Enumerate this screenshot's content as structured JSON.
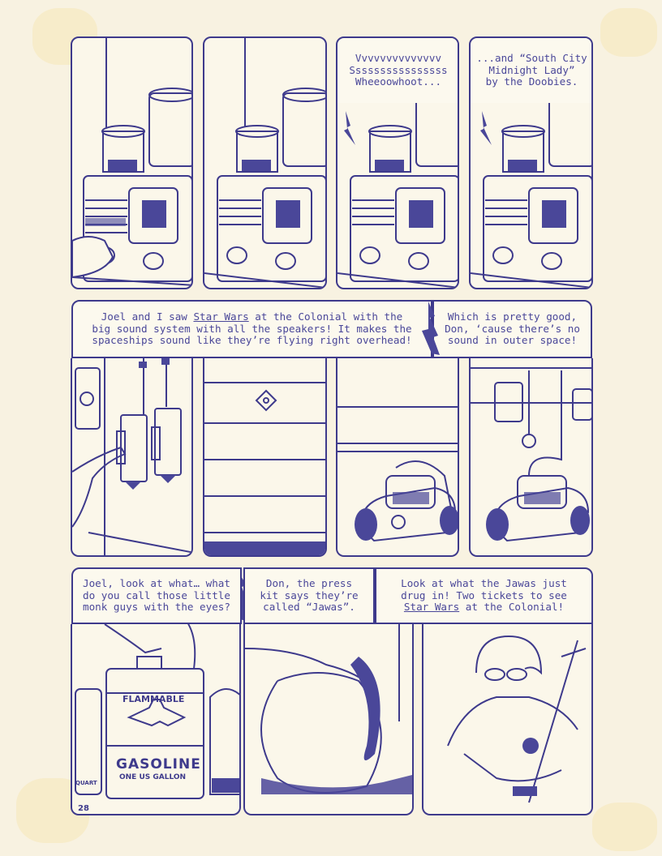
{
  "page": {
    "number": "28",
    "ink_color": "#3e3a8c",
    "paper_color": "#f8f2e1"
  },
  "tier1": {
    "panels": [
      {
        "id": 1,
        "scene": "hand turning knob on old radio below jar and can"
      },
      {
        "id": 2,
        "scene": "old radio below jar and can"
      },
      {
        "id": 3,
        "scene": "radio with sound",
        "bubble": "Vvvvvvvvvvvvvv\nSsssssssssssssss\nWheeoowhoot..."
      },
      {
        "id": 4,
        "scene": "radio with sound",
        "bubble": "...and “South City\nMidnight Lady”\nby the Doobies."
      }
    ]
  },
  "tier2": {
    "bubble_left": {
      "line1_pre": "Joel and I saw ",
      "line1_title": "Star Wars",
      "line1_post": " at the Colonial with the",
      "line2": "big sound system with all the speakers! It makes the",
      "line3": "spaceships sound like they’re flying right overhead!"
    },
    "bubble_right": "Which is pretty good,\nDon, ‘cause there’s no\nsound in outer space!",
    "panels": [
      {
        "id": 5,
        "scene": "finger pressing garage door switch"
      },
      {
        "id": 6,
        "scene": "garage door closed"
      },
      {
        "id": 7,
        "scene": "garage door rising revealing lawn mower"
      },
      {
        "id": 8,
        "scene": "lawn mower in garage with paint cans on shelf"
      }
    ]
  },
  "tier3": {
    "bubble_1": "Joel, look at what… what\ndo you call those little\nmonk guys with the eyes?",
    "bubble_2": "Don, the press\nkit says they’re\ncalled “Jawas”.",
    "bubble_3": {
      "line1": "Look at what the Jawas just",
      "line2": "drug in! Two tickets to see",
      "line3_title": "Star Wars",
      "line3_post": " at the Colonial!"
    },
    "panels": [
      {
        "id": 9,
        "scene": "hand reaching for gasoline can",
        "can_label_top": "FLAMMABLE",
        "can_label_main": "GASOLINE",
        "can_label_sub": "ONE US GALLON",
        "quart_label": "QUART"
      },
      {
        "id": 10,
        "scene": "hand lifting a cloth cover off something"
      },
      {
        "id": 11,
        "scene": "boy with glasses working on mower"
      }
    ]
  }
}
